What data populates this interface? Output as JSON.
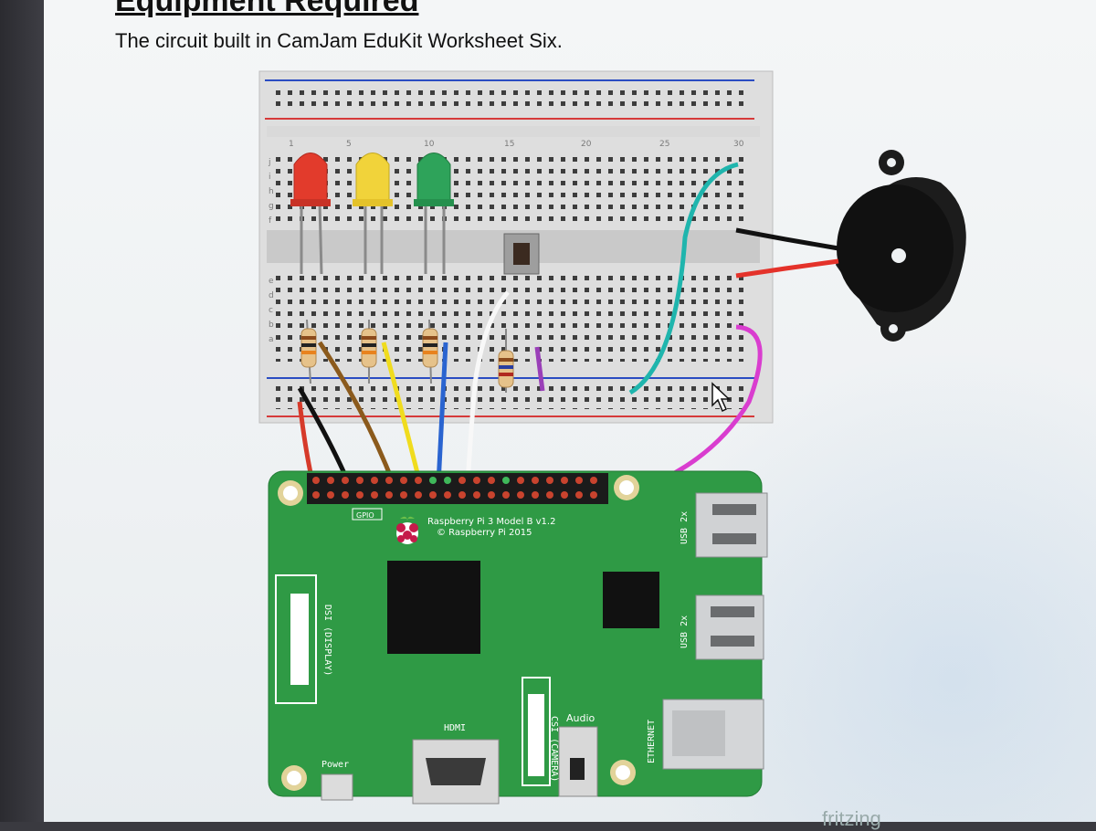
{
  "document": {
    "heading": "Equipment Required",
    "subtitle": "The circuit built in CamJam EduKit Worksheet Six."
  },
  "breadboard": {
    "column_numbers": [
      "1",
      "5",
      "10",
      "15",
      "20",
      "25",
      "30"
    ],
    "row_letters_top": [
      "j",
      "i",
      "h",
      "g",
      "f"
    ],
    "row_letters_bottom": [
      "e",
      "d",
      "c",
      "b",
      "a"
    ]
  },
  "board": {
    "gpio_label": "GPIO",
    "model_text": "Raspberry Pi 3 Model B v1.2",
    "copyright_text": "© Raspberry Pi 2015",
    "usb_label_top": "USB 2x",
    "usb_label_bottom": "USB 2x",
    "ethernet_label": "ETHERNET",
    "hdmi_label": "HDMI",
    "csi_label": "CSI (CAMERA)",
    "dsi_label": "DSI (DISPLAY)",
    "audio_label": "Audio",
    "power_label": "Power"
  },
  "footer": {
    "watermark": "fritzing"
  },
  "colors": {
    "board_green": "#2f9a45",
    "breadboard": "#e3e3e3",
    "led_red": "#e23b2c",
    "led_yellow": "#f1d33a",
    "led_green": "#2ea35a",
    "wire_teal": "#1fb5ad",
    "wire_magenta": "#d93dcf"
  }
}
